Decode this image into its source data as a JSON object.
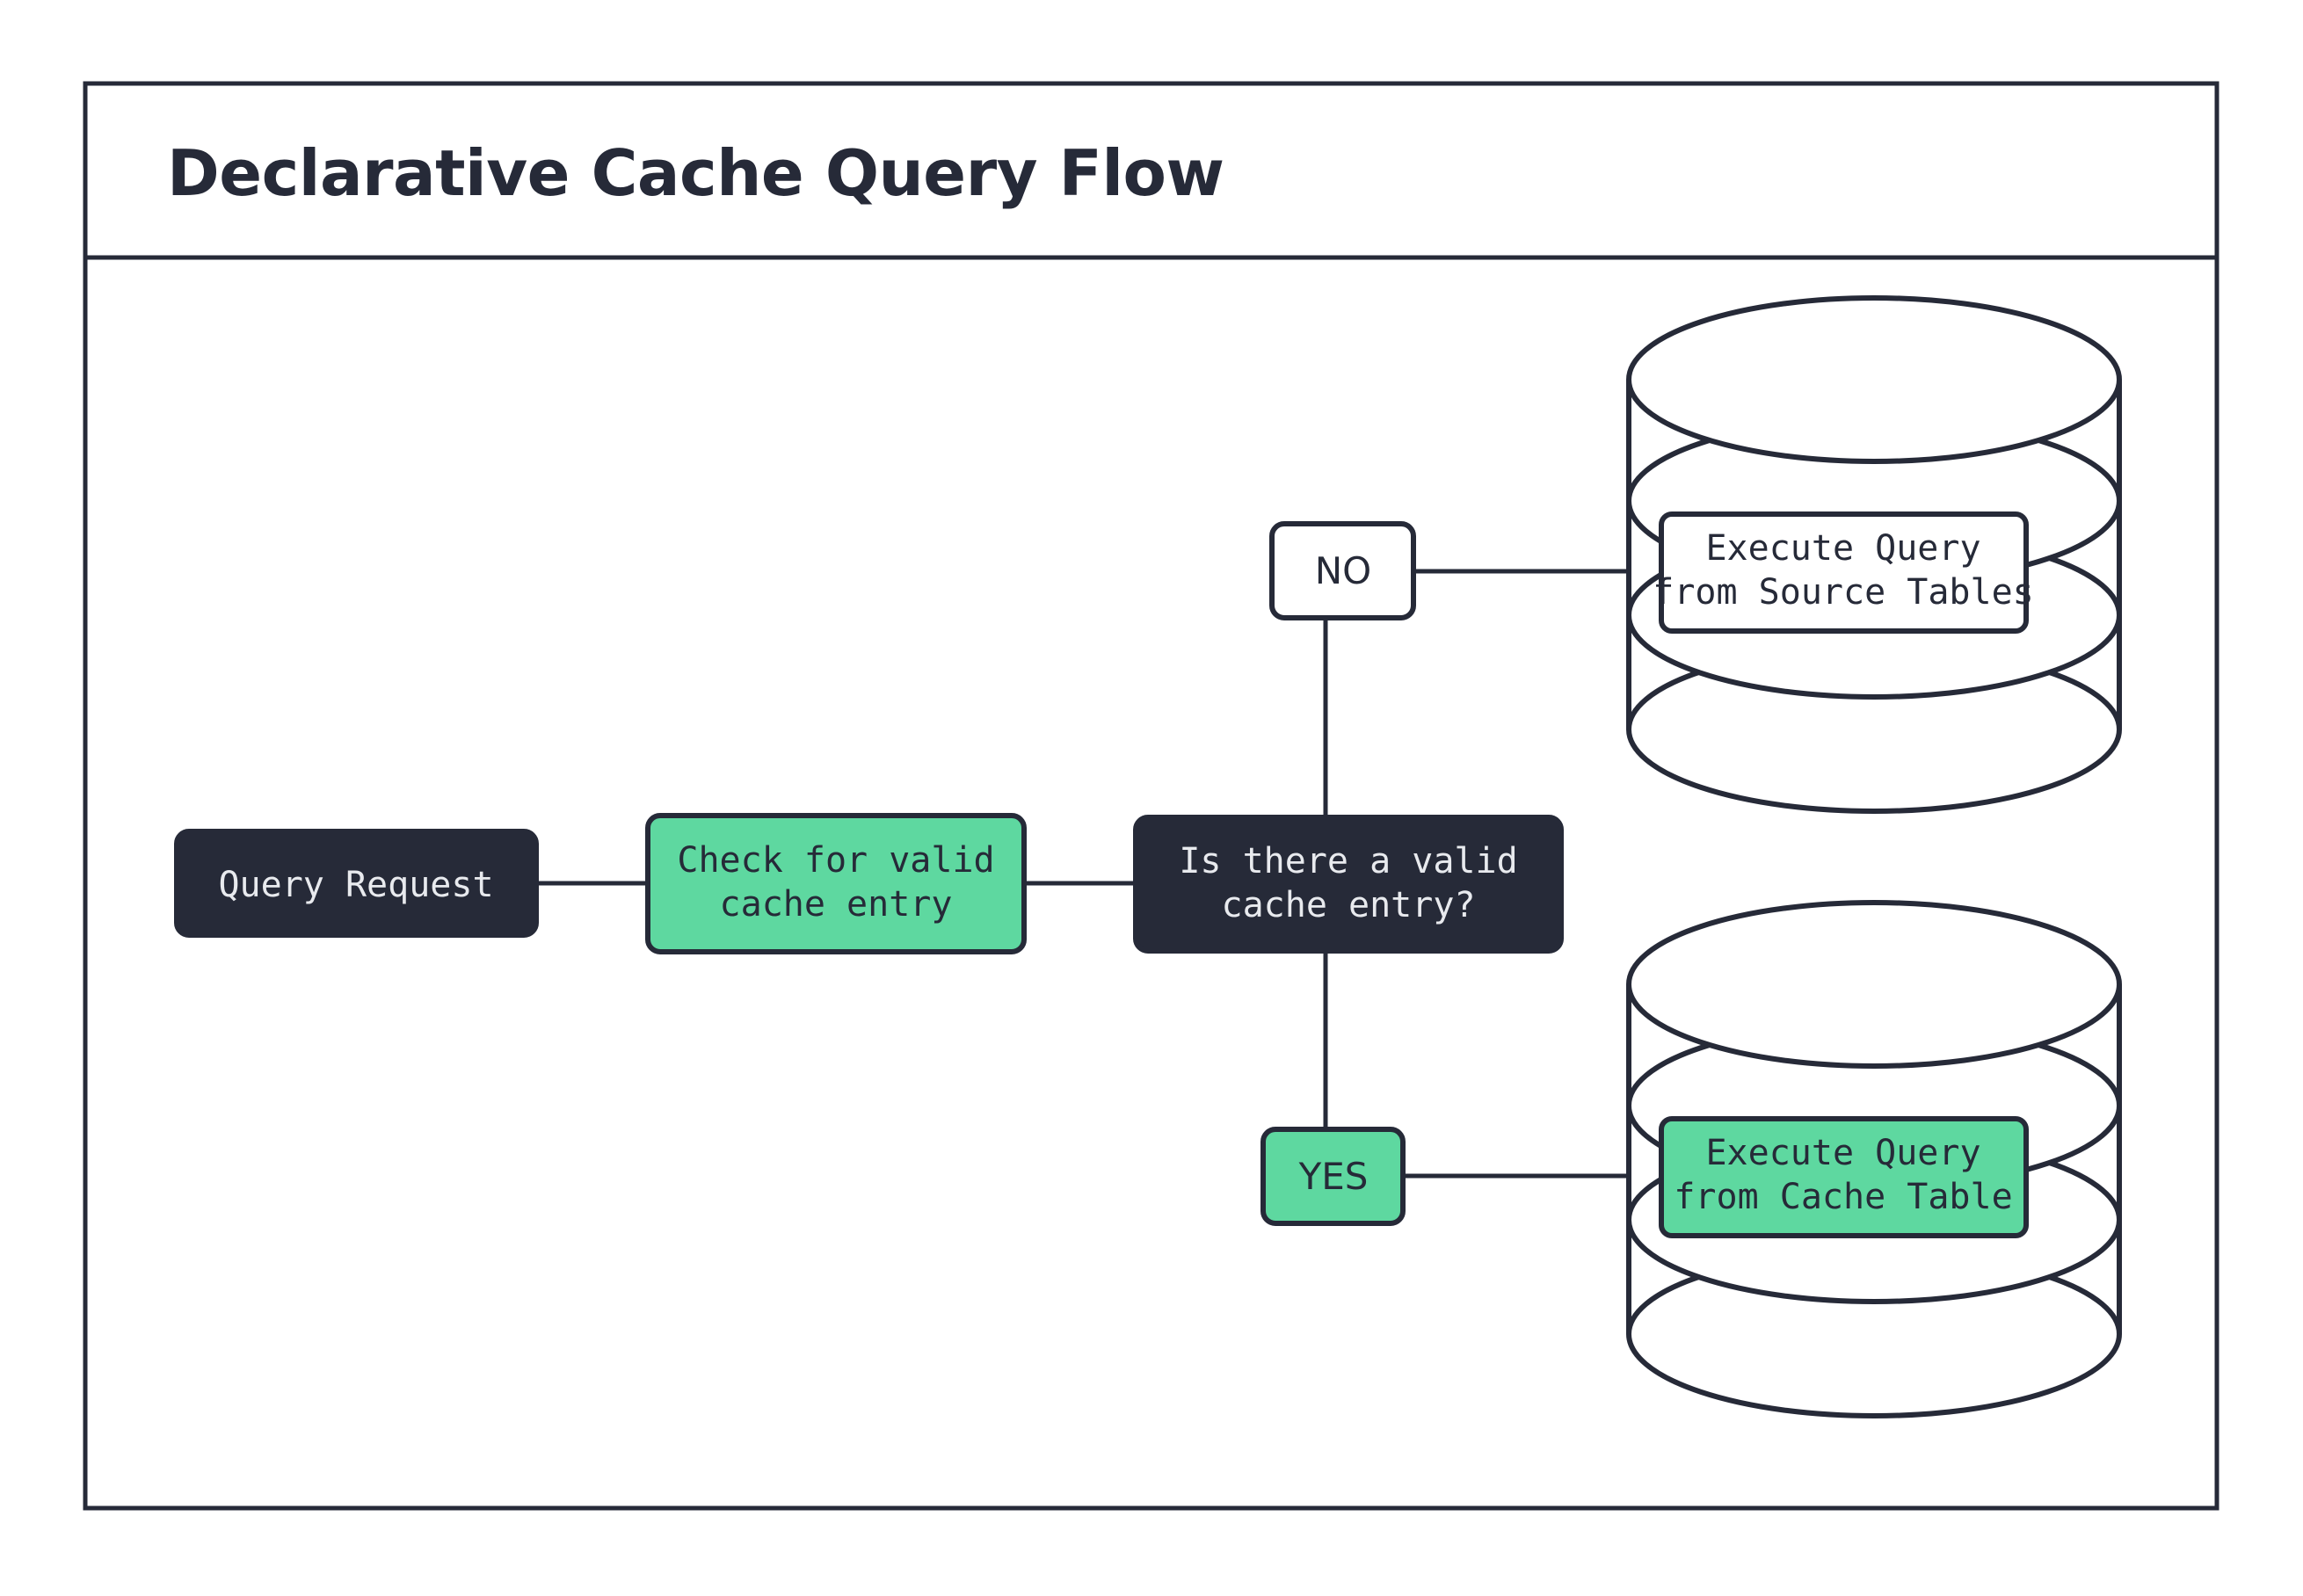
{
  "title": "Declarative Cache Query Flow",
  "colors": {
    "ink": "#262a38",
    "green": "#5ed8a0",
    "white": "#ffffff",
    "text_light": "#e8eaee"
  },
  "nodes": {
    "query_request": {
      "label": "Query Request",
      "style": "dark"
    },
    "check_cache": {
      "line1": "Check for valid",
      "line2": "cache entry",
      "style": "green"
    },
    "decision": {
      "line1": "Is there a valid",
      "line2": "cache entry?",
      "style": "dark"
    },
    "source_db": {
      "line1": "Execute Query",
      "line2": "from Source Tables",
      "style": "white"
    },
    "cache_db": {
      "line1": "Execute Query",
      "line2": "from Cache Table",
      "style": "green"
    }
  },
  "edge_labels": {
    "no": {
      "label": "NO",
      "style": "white"
    },
    "yes": {
      "label": "YES",
      "style": "green"
    }
  }
}
